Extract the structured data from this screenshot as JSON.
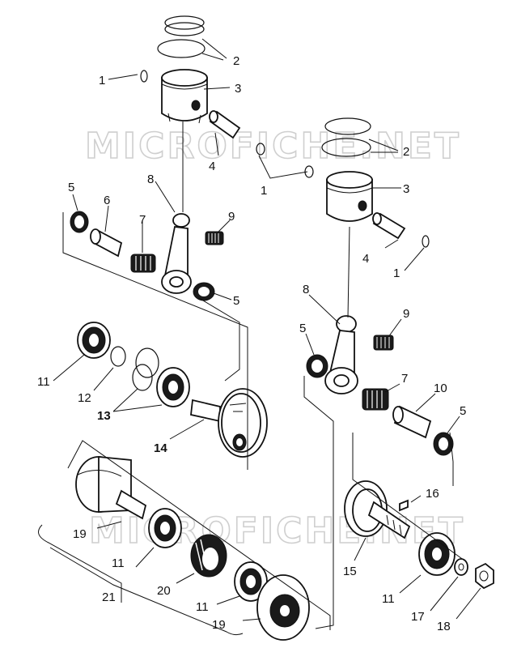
{
  "watermark": "MICROFICHE.NET",
  "callouts": {
    "c1a": "1",
    "c2a": "2",
    "c3a": "3",
    "c4a": "4",
    "c1b": "1",
    "c2b": "2",
    "c3b": "3",
    "c4b": "4",
    "c1c": "1",
    "c5a": "5",
    "c6": "6",
    "c7a": "7",
    "c8a": "8",
    "c9a": "9",
    "c5b": "5",
    "c8b": "8",
    "c9b": "9",
    "c5c": "5",
    "c7b": "7",
    "c10": "10",
    "c5d": "5",
    "c11a": "11",
    "c12": "12",
    "c13": "13",
    "c14": "14",
    "c16": "16",
    "c19a": "19",
    "c11b": "11",
    "c15": "15",
    "c20": "20",
    "c11c": "11",
    "c11d": "11",
    "c17": "17",
    "c21": "21",
    "c19b": "19",
    "c18": "18"
  },
  "colors": {
    "ink": "#111111",
    "watermark": "#cfcfcf",
    "background": "#ffffff"
  }
}
